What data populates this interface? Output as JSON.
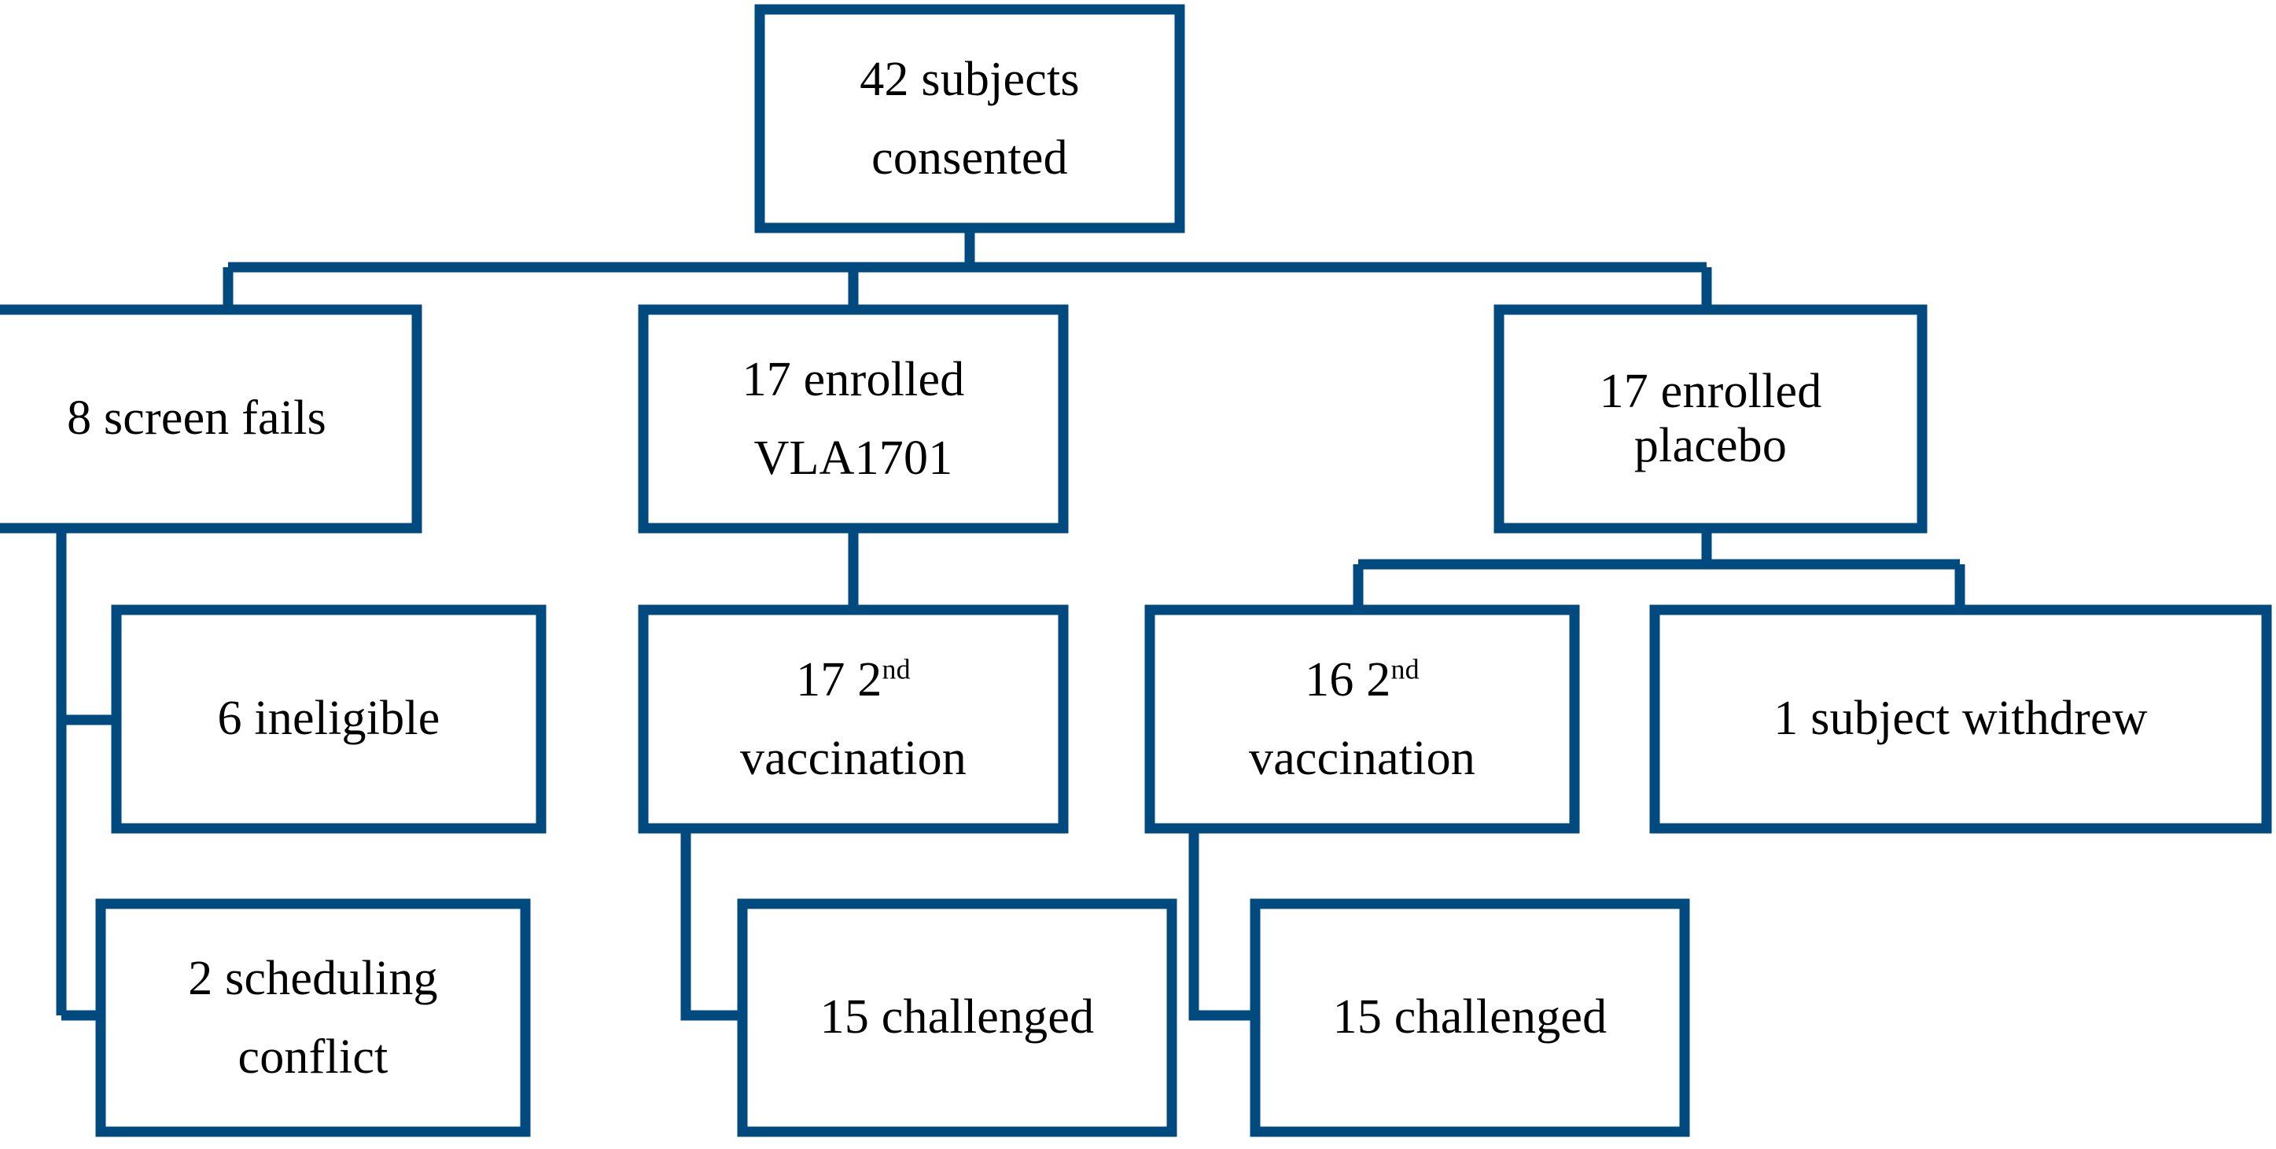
{
  "diagram": {
    "type": "flowchart",
    "title": "Clinical trial subject disposition flowchart",
    "colors": {
      "box_border": "#014A80",
      "connector": "#014A80",
      "box_fill": "#FFFFFF",
      "text": "#000000",
      "background": "#FFFFFF"
    },
    "nodes": [
      {
        "id": "consented",
        "lines": [
          "42 subjects",
          "consented"
        ],
        "line1": "42 subjects",
        "line2": "consented",
        "count": 42
      },
      {
        "id": "screen-fails",
        "lines": [
          "8 screen fails"
        ],
        "line1": "8 screen fails",
        "count": 8
      },
      {
        "id": "enrolled-vla1701",
        "lines": [
          "17 enrolled",
          "VLA1701"
        ],
        "line1": "17 enrolled",
        "line2": "VLA1701",
        "count": 17
      },
      {
        "id": "enrolled-placebo",
        "lines": [
          "17 enrolled",
          "placebo"
        ],
        "line1": "17 enrolled",
        "line2": "placebo",
        "count": 17
      },
      {
        "id": "ineligible",
        "lines": [
          "6 ineligible"
        ],
        "line1": "6 ineligible",
        "count": 6
      },
      {
        "id": "vaccination-vla",
        "lines": [
          "17 2nd",
          "vaccination"
        ],
        "line1_pre": "17 2",
        "line1_sup": "nd",
        "line2": "vaccination",
        "count": 17
      },
      {
        "id": "vaccination-placebo",
        "lines": [
          "16 2nd",
          "vaccination"
        ],
        "line1_pre": "16 2",
        "line1_sup": "nd",
        "line2": "vaccination",
        "count": 16
      },
      {
        "id": "subject-withdrew",
        "lines": [
          "1 subject withdrew"
        ],
        "line1": "1 subject withdrew",
        "count": 1
      },
      {
        "id": "scheduling-conflict",
        "lines": [
          "2 scheduling",
          "conflict"
        ],
        "line1": "2 scheduling",
        "line2": "conflict",
        "count": 2
      },
      {
        "id": "challenged-vla",
        "lines": [
          "15 challenged"
        ],
        "line1": "15 challenged",
        "count": 15
      },
      {
        "id": "challenged-placebo",
        "lines": [
          "15 challenged"
        ],
        "line1": "15 challenged",
        "count": 15
      }
    ],
    "edges": [
      {
        "from": "consented",
        "to": "screen-fails"
      },
      {
        "from": "consented",
        "to": "enrolled-vla1701"
      },
      {
        "from": "consented",
        "to": "enrolled-placebo"
      },
      {
        "from": "screen-fails",
        "to": "ineligible"
      },
      {
        "from": "screen-fails",
        "to": "scheduling-conflict"
      },
      {
        "from": "enrolled-vla1701",
        "to": "vaccination-vla"
      },
      {
        "from": "enrolled-placebo",
        "to": "vaccination-placebo"
      },
      {
        "from": "enrolled-placebo",
        "to": "subject-withdrew"
      },
      {
        "from": "vaccination-vla",
        "to": "challenged-vla"
      },
      {
        "from": "vaccination-placebo",
        "to": "challenged-placebo"
      }
    ]
  }
}
